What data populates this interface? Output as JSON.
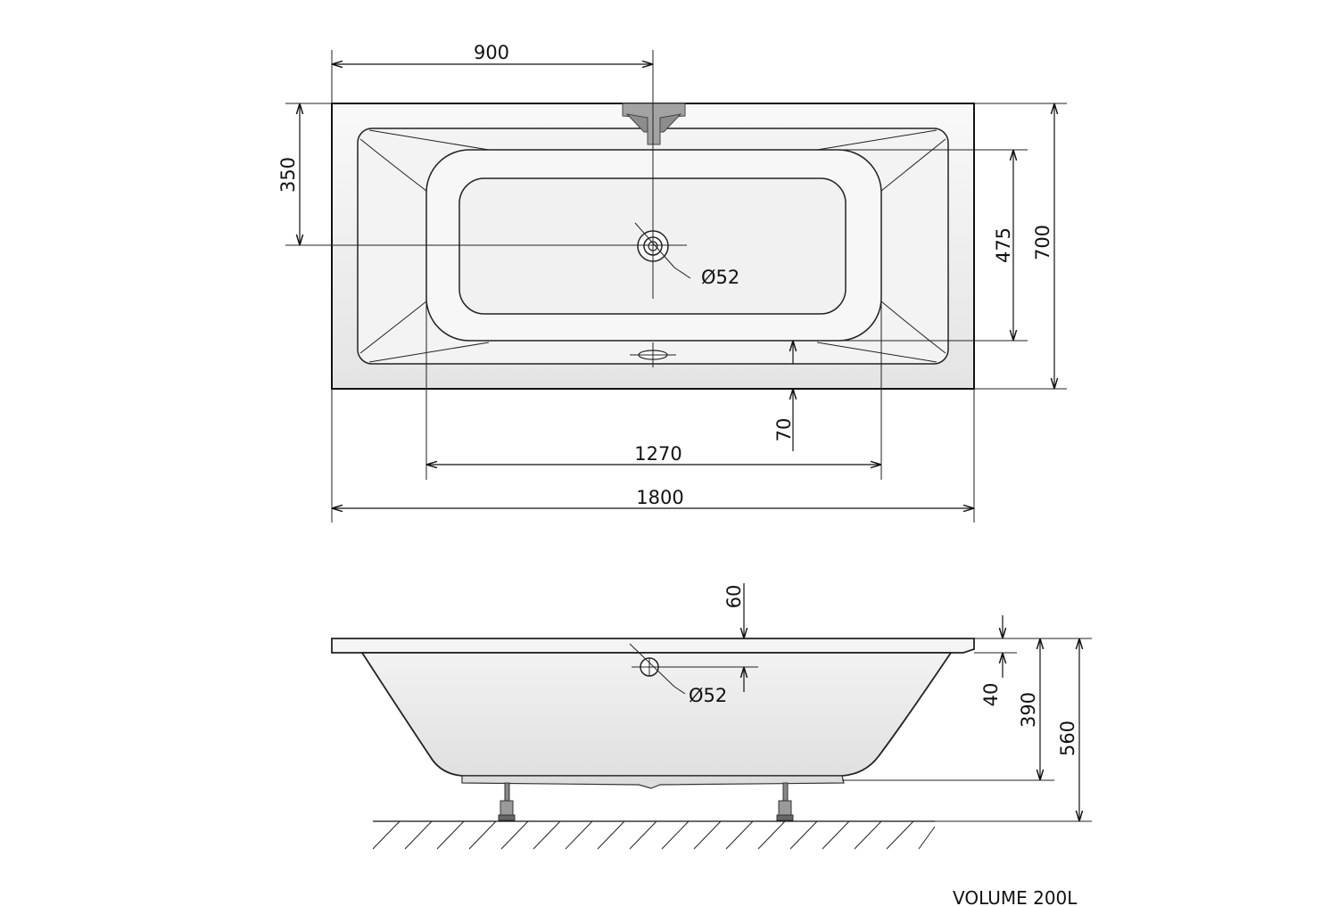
{
  "drawing": {
    "top_view": {
      "dim_width_half": "900",
      "dim_width_total": "1800",
      "dim_inner_length": "1270",
      "dim_height_half": "350",
      "dim_height_total": "700",
      "dim_inner_width": "475",
      "dim_drain_offset": "70",
      "drain_label": "Ø52"
    },
    "side_view": {
      "dim_rim": "60",
      "dim_overflow": "40",
      "dim_depth": "390",
      "dim_total_height": "560",
      "overflow_label": "Ø52"
    },
    "volume_label": "VOLUME 200L"
  },
  "colors": {
    "line": "#111111",
    "tub_fill_light": "#f7f7f7",
    "tub_fill_dark": "#e6e6e6",
    "faucet": "#9a9a9a"
  }
}
